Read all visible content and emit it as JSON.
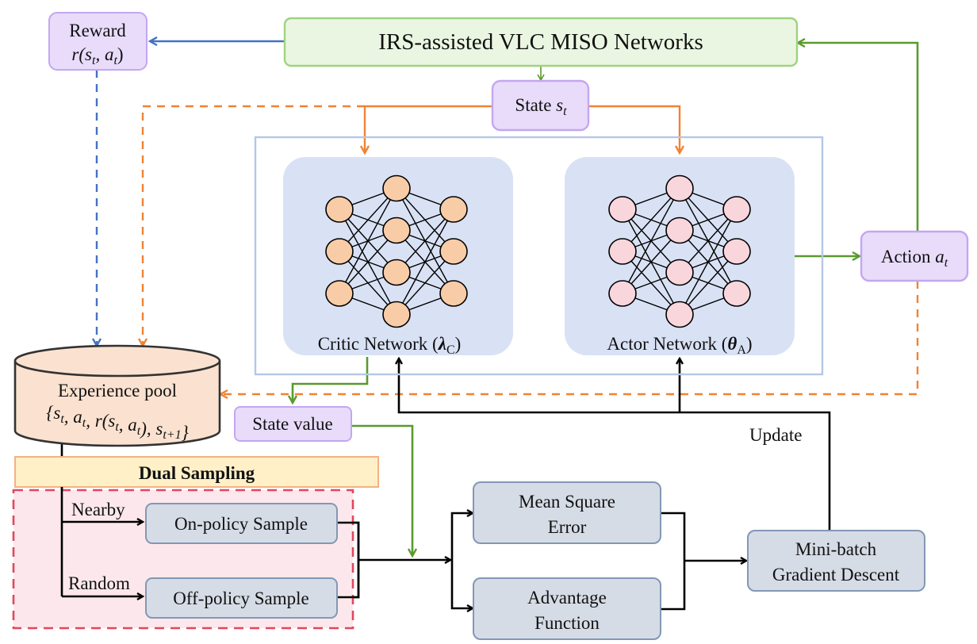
{
  "environment": {
    "label": "IRS-assisted VLC MISO Networks"
  },
  "reward": {
    "label": "Reward",
    "formula": "r(s",
    "formula_sub1": "t",
    "formula_mid": ", a",
    "formula_sub2": "t",
    "formula_end": ")"
  },
  "state": {
    "label": "State ",
    "symbol": "s",
    "sub": "t"
  },
  "action": {
    "label": "Action ",
    "symbol": "a",
    "sub": "t"
  },
  "critic": {
    "label": "Critic Network (",
    "param": "λ",
    "param_sub": "C",
    "close": ")"
  },
  "actor": {
    "label": "Actor Network (",
    "param": "θ",
    "param_sub": "A",
    "close": ")"
  },
  "experience_pool": {
    "label": "Experience pool",
    "tuple": "{s_t, a_t, r(s_t, a_t), s_t+1}",
    "tuple_parts": [
      {
        "t": "{s",
        "s": "t"
      },
      {
        "t": ", a",
        "s": "t"
      },
      {
        "t": ", r(s",
        "s": "t"
      },
      {
        "t": ", a",
        "s": "t"
      },
      {
        "t": "), s",
        "s": "t+1"
      },
      {
        "t": "}",
        "s": ""
      }
    ]
  },
  "state_value": {
    "label": "State value"
  },
  "dual_sampling": {
    "title": "Dual Sampling",
    "nearby_label": "Nearby",
    "random_label": "Random",
    "on_policy": "On-policy Sample",
    "off_policy": "Off-policy Sample"
  },
  "losses": {
    "mse_line1": "Mean Square",
    "mse_line2": "Error",
    "adv_line1": "Advantage",
    "adv_line2": "Function"
  },
  "optimizer": {
    "line1": "Mini-batch",
    "line2": "Gradient Descent"
  },
  "update_label": "Update",
  "neural_net": {
    "layers": [
      3,
      4,
      3
    ]
  },
  "colors": {
    "purple_fill": "#e8dcfa",
    "purple_stroke": "#c4a6f0",
    "green_fill": "#eaf6e2",
    "green_stroke": "#9fd37f",
    "green_arrow": "#5a9a2e",
    "blue_arrow": "#4472c4",
    "orange_arrow": "#f08233",
    "panel_fill": "#d9e2f5",
    "panel_stroke": "#b4c7e7",
    "critic_node": "#f8cca6",
    "actor_node": "#f9d6dc",
    "grey_fill": "#d6dce6",
    "grey_stroke": "#8298b4",
    "pool_fill": "#fbe2d0",
    "dual_title_fill": "#fff0c8",
    "dual_title_stroke": "#f4b183",
    "dual_fill": "#fce8ec",
    "dual_stroke": "#e0475e"
  }
}
